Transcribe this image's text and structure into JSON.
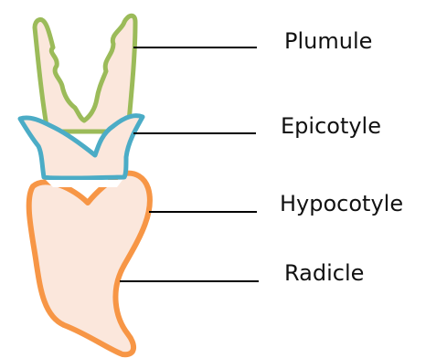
{
  "labels": {
    "plumule": "Plumule",
    "epicotyle": "Epicotyle",
    "hypocotyle": "Hypocotyle",
    "radicle": "Radicle"
  },
  "colors": {
    "fill": "#fbe7dc",
    "plumule_outline": "#9bbb59",
    "epicotyle_outline": "#4bacc6",
    "hypocotyle_radicle_outline": "#f79646",
    "leader_line": "#000000",
    "text": "#111111"
  }
}
